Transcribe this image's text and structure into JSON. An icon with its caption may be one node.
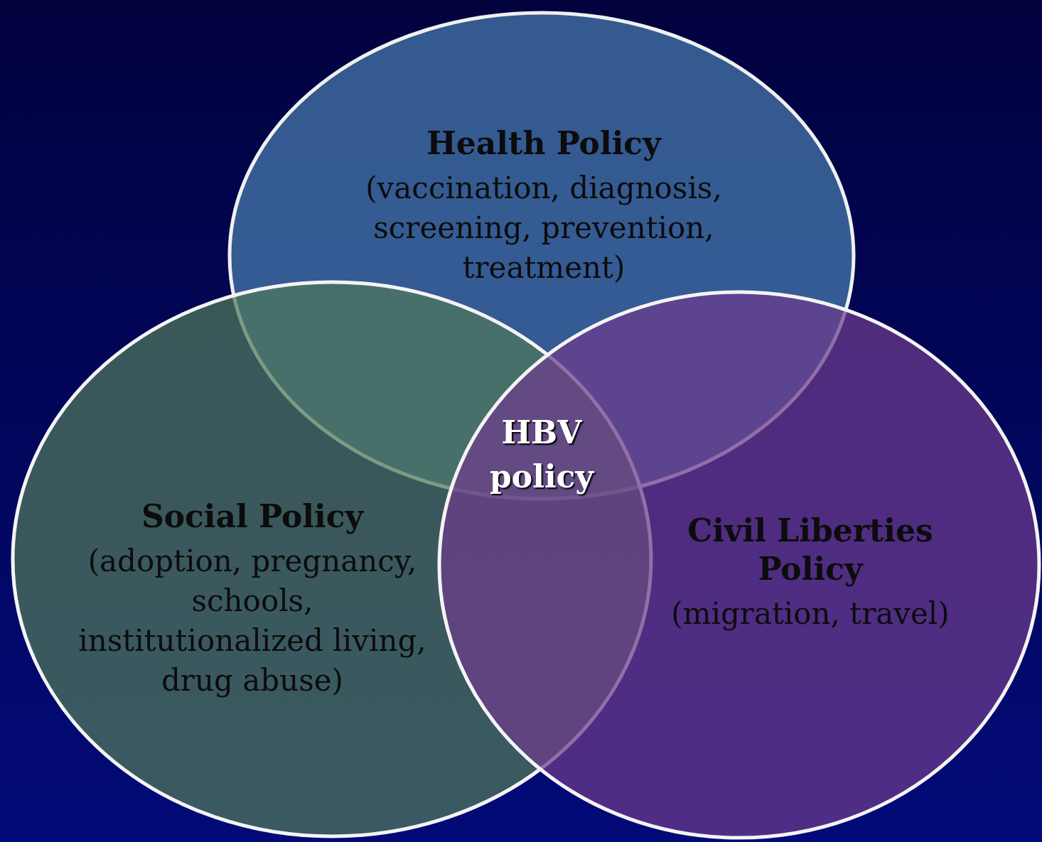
{
  "diagram": {
    "nodes": [
      {
        "text": [
          "Health Policy",
          "(vaccination, diagnosis, screening, prevention, treatment)"
        ]
      },
      {
        "text": [
          "Social Policy",
          "(adoption, pregnancy, schools, institutionalized living, drug abuse)"
        ]
      },
      {
        "text": [
          "Civil Liberties Policy",
          "(migration, travel)"
        ]
      }
    ],
    "edges": [],
    "labels": [
      "HBV policy"
    ]
  }
}
